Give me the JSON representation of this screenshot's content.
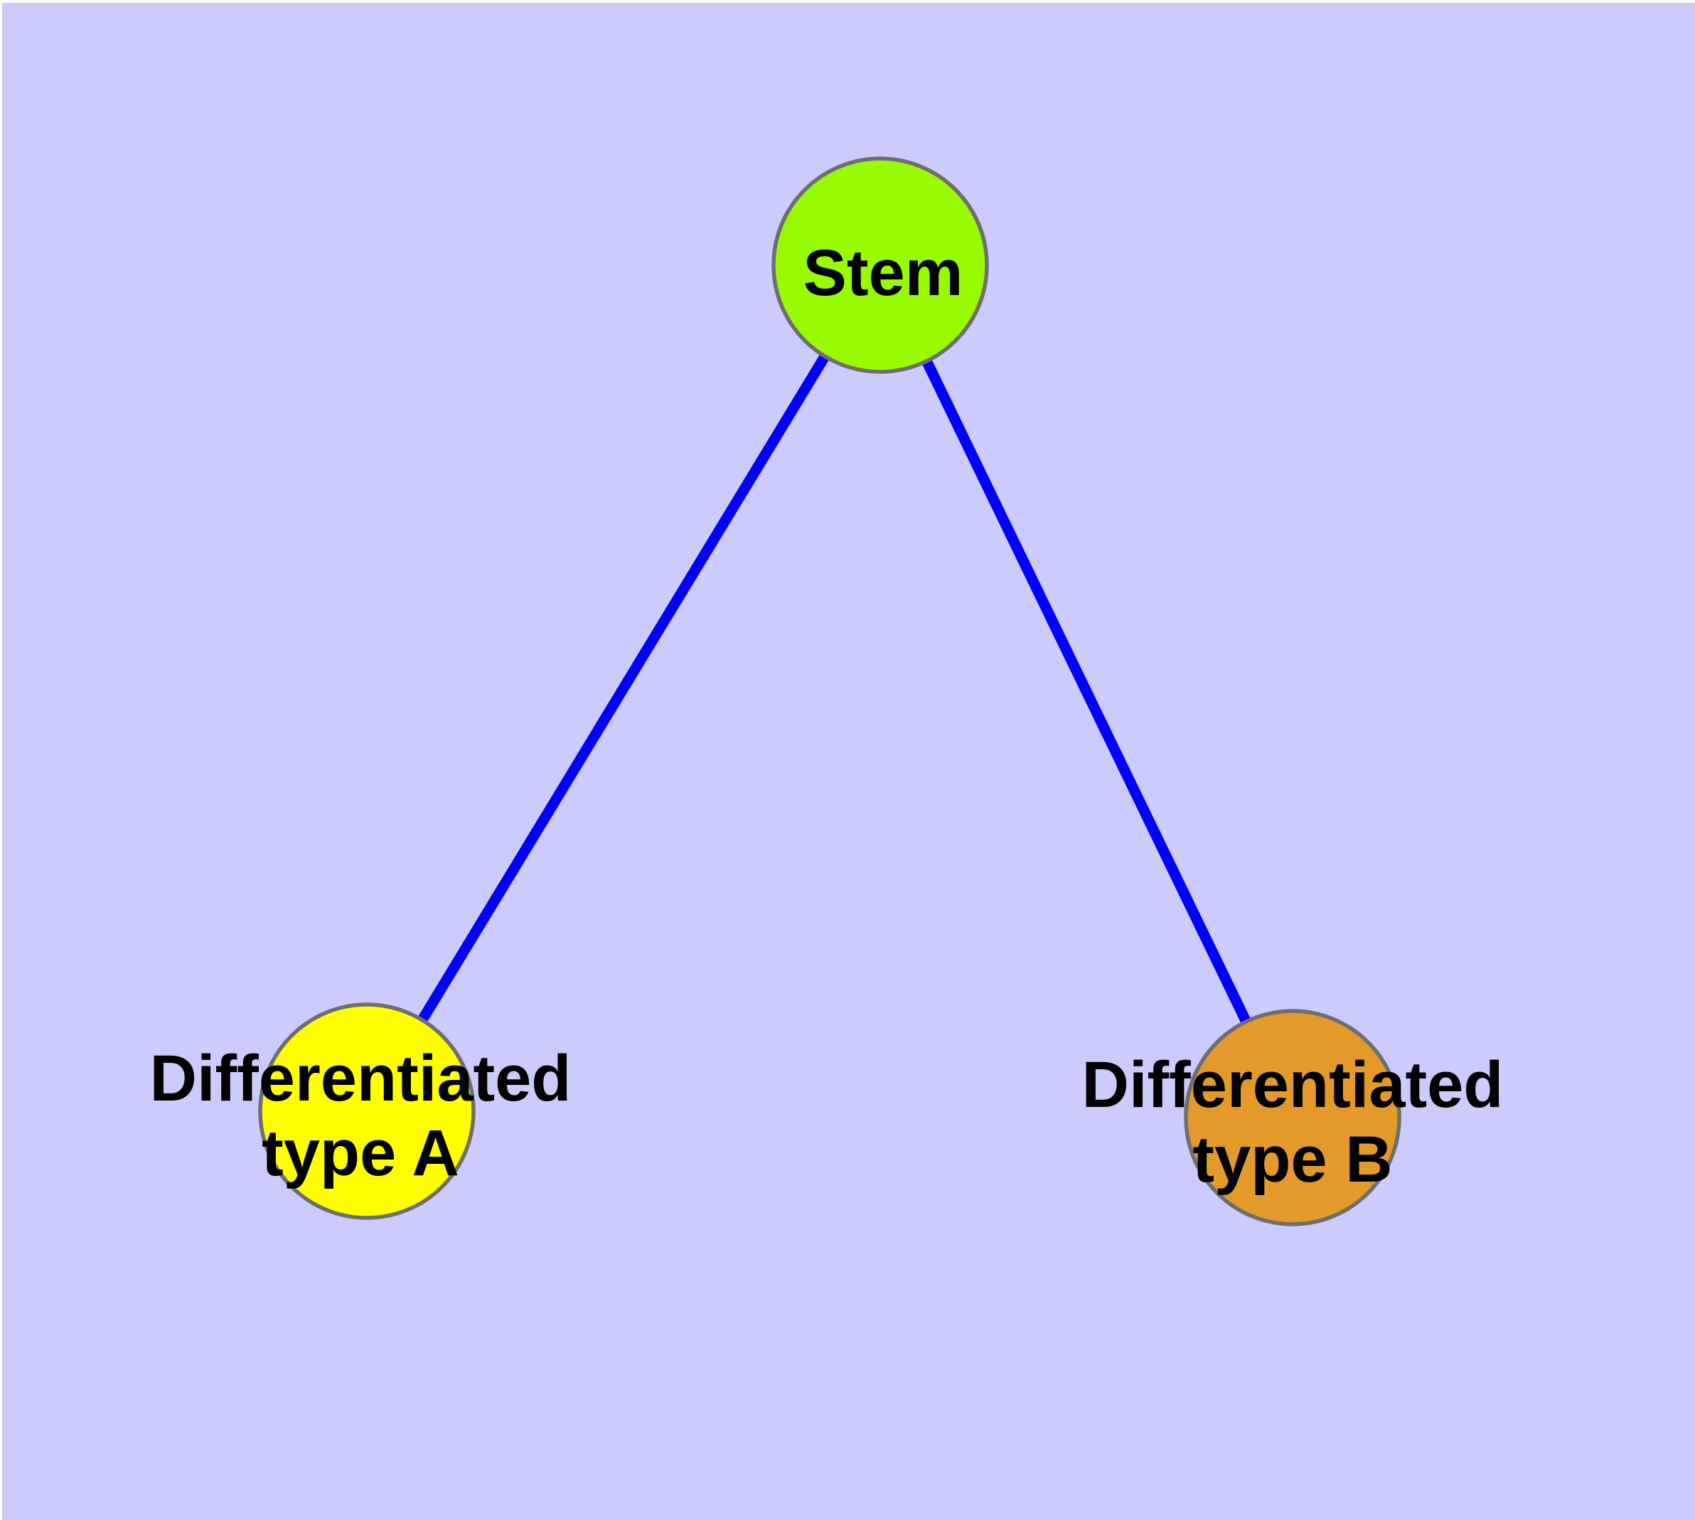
{
  "diagram": {
    "type": "node-link-graph",
    "background_color": "#cbcbfc",
    "edge_color": "#0000ff",
    "node_border_color": "#6e6e6e",
    "label_color": "#000000",
    "nodes": {
      "stem": {
        "id": "stem",
        "label": "Stem",
        "fill": "#98fb00"
      },
      "type_a": {
        "id": "type_a",
        "label_line1": "Differentiated",
        "label_line2": "type A",
        "fill": "#ffff00"
      },
      "type_b": {
        "id": "type_b",
        "label_line1": "Differentiated",
        "label_line2": "type B",
        "fill": "#e39a2a"
      }
    },
    "edges": [
      {
        "from": "stem",
        "to": "type_a"
      },
      {
        "from": "stem",
        "to": "type_b"
      }
    ]
  }
}
